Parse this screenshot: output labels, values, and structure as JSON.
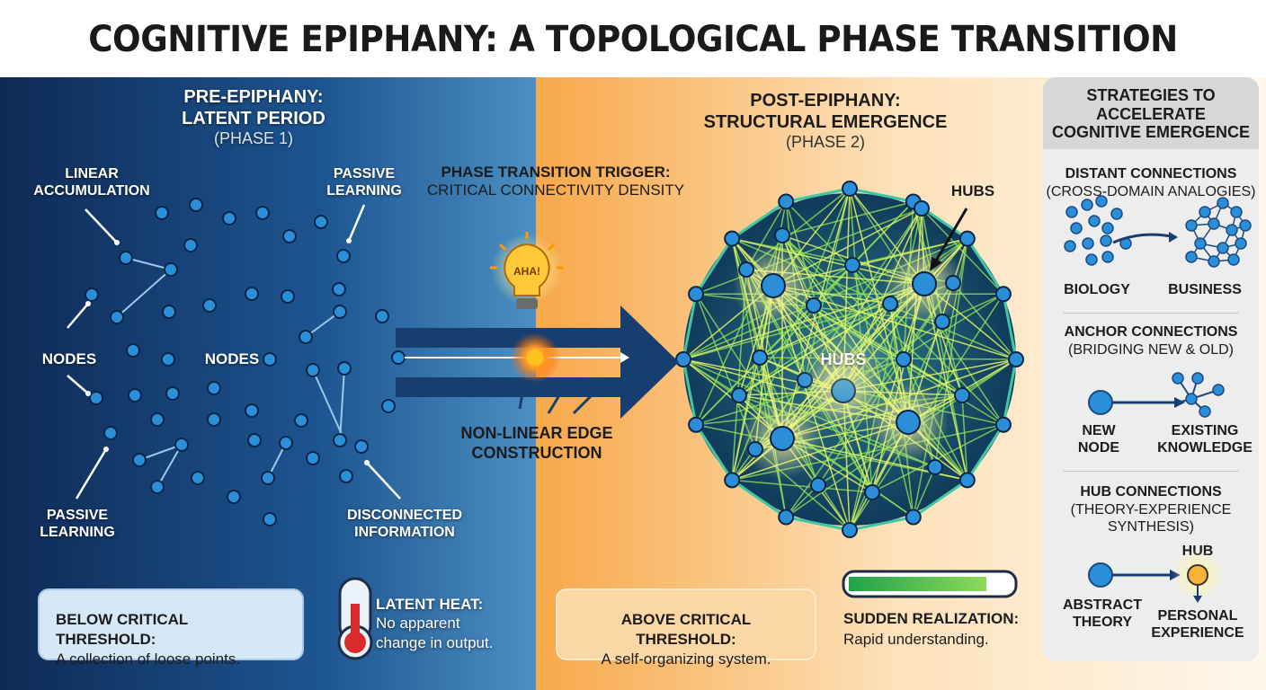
{
  "title": "COGNITIVE EPIPHANY: A TOPOLOGICAL PHASE TRANSITION",
  "phase1": {
    "heading1": "PRE-EPIPHANY:",
    "heading2": "LATENT PERIOD",
    "sub": "(PHASE 1)",
    "labels": {
      "linear1": "LINEAR",
      "linear2": "ACCUMULATION",
      "passive_tr1": "PASSIVE",
      "passive_tr2": "LEARNING",
      "nodes_left": "NODES",
      "nodes_center": "NODES",
      "passive_bl1": "PASSIVE",
      "passive_bl2": "LEARNING",
      "disc1": "DISCONNECTED",
      "disc2": "INFORMATION"
    },
    "box": {
      "title": "BELOW CRITICAL THRESHOLD:",
      "text": "A collection of loose points."
    },
    "heat": {
      "title": "LATENT HEAT:",
      "line1": "No apparent",
      "line2": "change in output."
    }
  },
  "transition": {
    "trigger1": "PHASE TRANSITION TRIGGER:",
    "trigger2": "CRITICAL CONNECTIVITY DENSITY",
    "bulb": "AHA!",
    "edge1": "NON-LINEAR EDGE",
    "edge2": "CONSTRUCTION"
  },
  "phase2": {
    "heading1": "POST-EPIPHANY:",
    "heading2": "STRUCTURAL EMERGENCE",
    "sub": "(PHASE 2)",
    "hubs_label": "HUBS",
    "hubs_center": "HUBS",
    "box": {
      "title": "ABOVE CRITICAL THRESHOLD:",
      "text": "A self-organizing system."
    },
    "realization": {
      "title": "SUDDEN REALIZATION:",
      "text": "Rapid understanding.",
      "progress_percent": 85
    }
  },
  "strategies": {
    "heading": [
      "STRATEGIES TO",
      "ACCELERATE",
      "COGNITIVE EMERGENCE"
    ],
    "distant": {
      "title": "DISTANT CONNECTIONS",
      "sub": "(CROSS-DOMAIN ANALOGIES)",
      "from": "BIOLOGY",
      "to": "BUSINESS"
    },
    "anchor": {
      "title": "ANCHOR CONNECTIONS",
      "sub": "(BRIDGING NEW & OLD)",
      "from1": "NEW",
      "from2": "NODE",
      "to1": "EXISTING",
      "to2": "KNOWLEDGE"
    },
    "hub": {
      "title": "HUB CONNECTIONS",
      "sub1": "(THEORY-EXPERIENCE",
      "sub2": "SYNTHESIS)",
      "hub": "HUB",
      "from1": "ABSTRACT",
      "from2": "THEORY",
      "to1": "PERSONAL",
      "to2": "EXPERIENCE"
    }
  },
  "colors": {
    "node": "#2a8fd8",
    "deep_blue": "#0f2f5e",
    "orange": "#f6a53a",
    "green": "#3cba4a"
  }
}
